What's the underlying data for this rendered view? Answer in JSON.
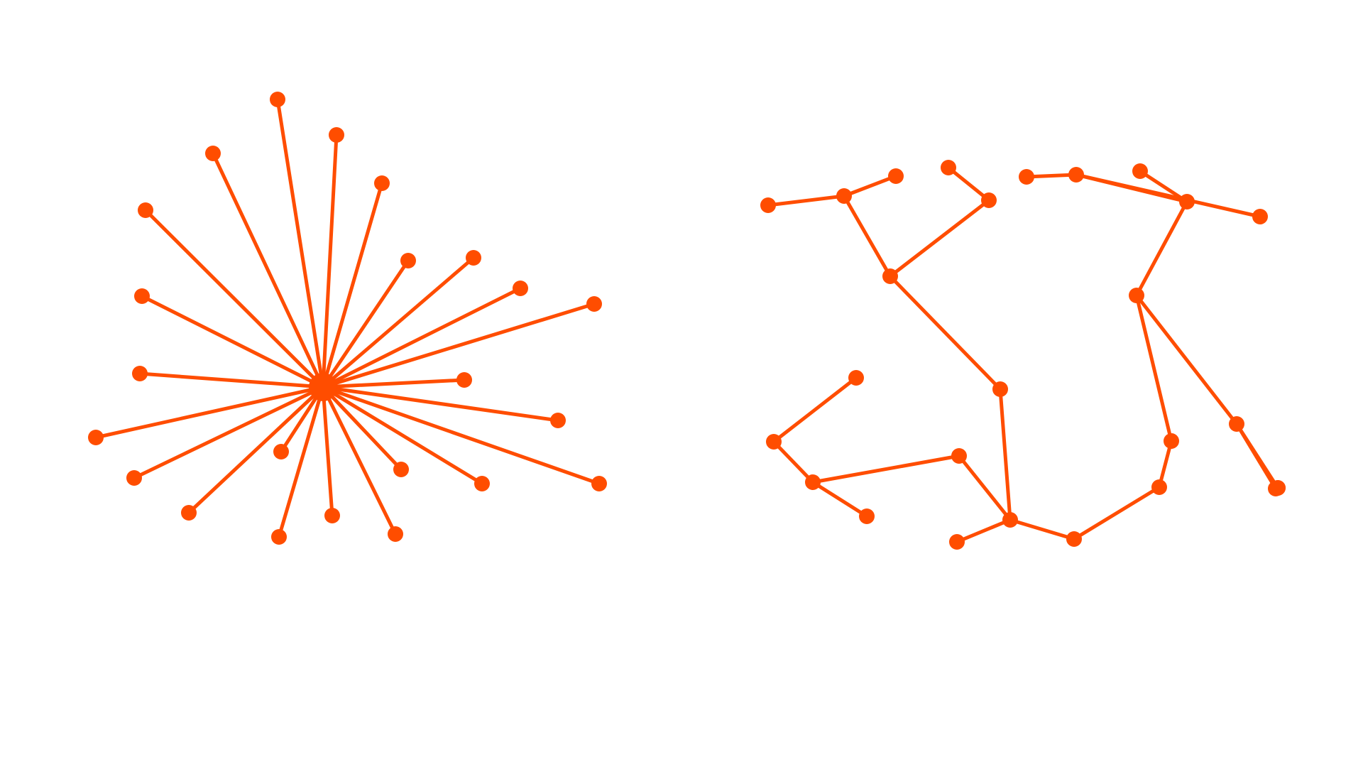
{
  "colors": {
    "background": "#ffffff",
    "edge": "#ff4d00",
    "node": "#ff4d00"
  },
  "graphs": [
    {
      "name": "star-graph",
      "hub": "c",
      "nodes": [
        "c",
        "s1",
        "s2",
        "s3",
        "s4",
        "s5",
        "s6",
        "s7",
        "s8",
        "s9",
        "s10",
        "s11",
        "s12",
        "s13",
        "s14",
        "s15",
        "s16",
        "s17",
        "s18",
        "s19",
        "s20",
        "s21",
        "s22",
        "s23"
      ],
      "edges": [
        [
          "c",
          "s1"
        ],
        [
          "c",
          "s2"
        ],
        [
          "c",
          "s3"
        ],
        [
          "c",
          "s4"
        ],
        [
          "c",
          "s5"
        ],
        [
          "c",
          "s6"
        ],
        [
          "c",
          "s7"
        ],
        [
          "c",
          "s8"
        ],
        [
          "c",
          "s9"
        ],
        [
          "c",
          "s10"
        ],
        [
          "c",
          "s11"
        ],
        [
          "c",
          "s12"
        ],
        [
          "c",
          "s13"
        ],
        [
          "c",
          "s14"
        ],
        [
          "c",
          "s15"
        ],
        [
          "c",
          "s16"
        ],
        [
          "c",
          "s17"
        ],
        [
          "c",
          "s18"
        ],
        [
          "c",
          "s19"
        ],
        [
          "c",
          "s20"
        ],
        [
          "c",
          "s21"
        ],
        [
          "c",
          "s22"
        ],
        [
          "c",
          "s23"
        ]
      ]
    },
    {
      "name": "tree-graph",
      "nodes": [
        "t1",
        "t2",
        "t3",
        "t4",
        "t5",
        "t6",
        "t7",
        "t8",
        "t9",
        "t10",
        "t11",
        "t12",
        "t13",
        "t14",
        "t15",
        "t16",
        "t17",
        "t18",
        "t19",
        "t20",
        "t21",
        "t22",
        "t23",
        "t24",
        "t25",
        "t26",
        "t27"
      ],
      "edges": [
        [
          "t1",
          "t2"
        ],
        [
          "t2",
          "t3"
        ],
        [
          "t2",
          "t6"
        ],
        [
          "t4",
          "t5"
        ],
        [
          "t5",
          "t6"
        ],
        [
          "t6",
          "t7"
        ],
        [
          "t7",
          "t8"
        ],
        [
          "t8",
          "t9"
        ],
        [
          "t8",
          "t10"
        ],
        [
          "t8",
          "t11"
        ],
        [
          "t11",
          "t12"
        ],
        [
          "t12",
          "t13"
        ],
        [
          "t12",
          "t14"
        ],
        [
          "t13",
          "t15"
        ],
        [
          "t10",
          "t16"
        ],
        [
          "t16",
          "t17"
        ],
        [
          "t17",
          "t18"
        ],
        [
          "t18",
          "t19"
        ],
        [
          "t18",
          "t20"
        ],
        [
          "t20",
          "t21"
        ],
        [
          "t19",
          "t22"
        ],
        [
          "t19",
          "t23"
        ],
        [
          "t23",
          "t24"
        ],
        [
          "t23",
          "t25"
        ],
        [
          "t20",
          "t26"
        ],
        [
          "t26",
          "t27"
        ]
      ]
    }
  ]
}
